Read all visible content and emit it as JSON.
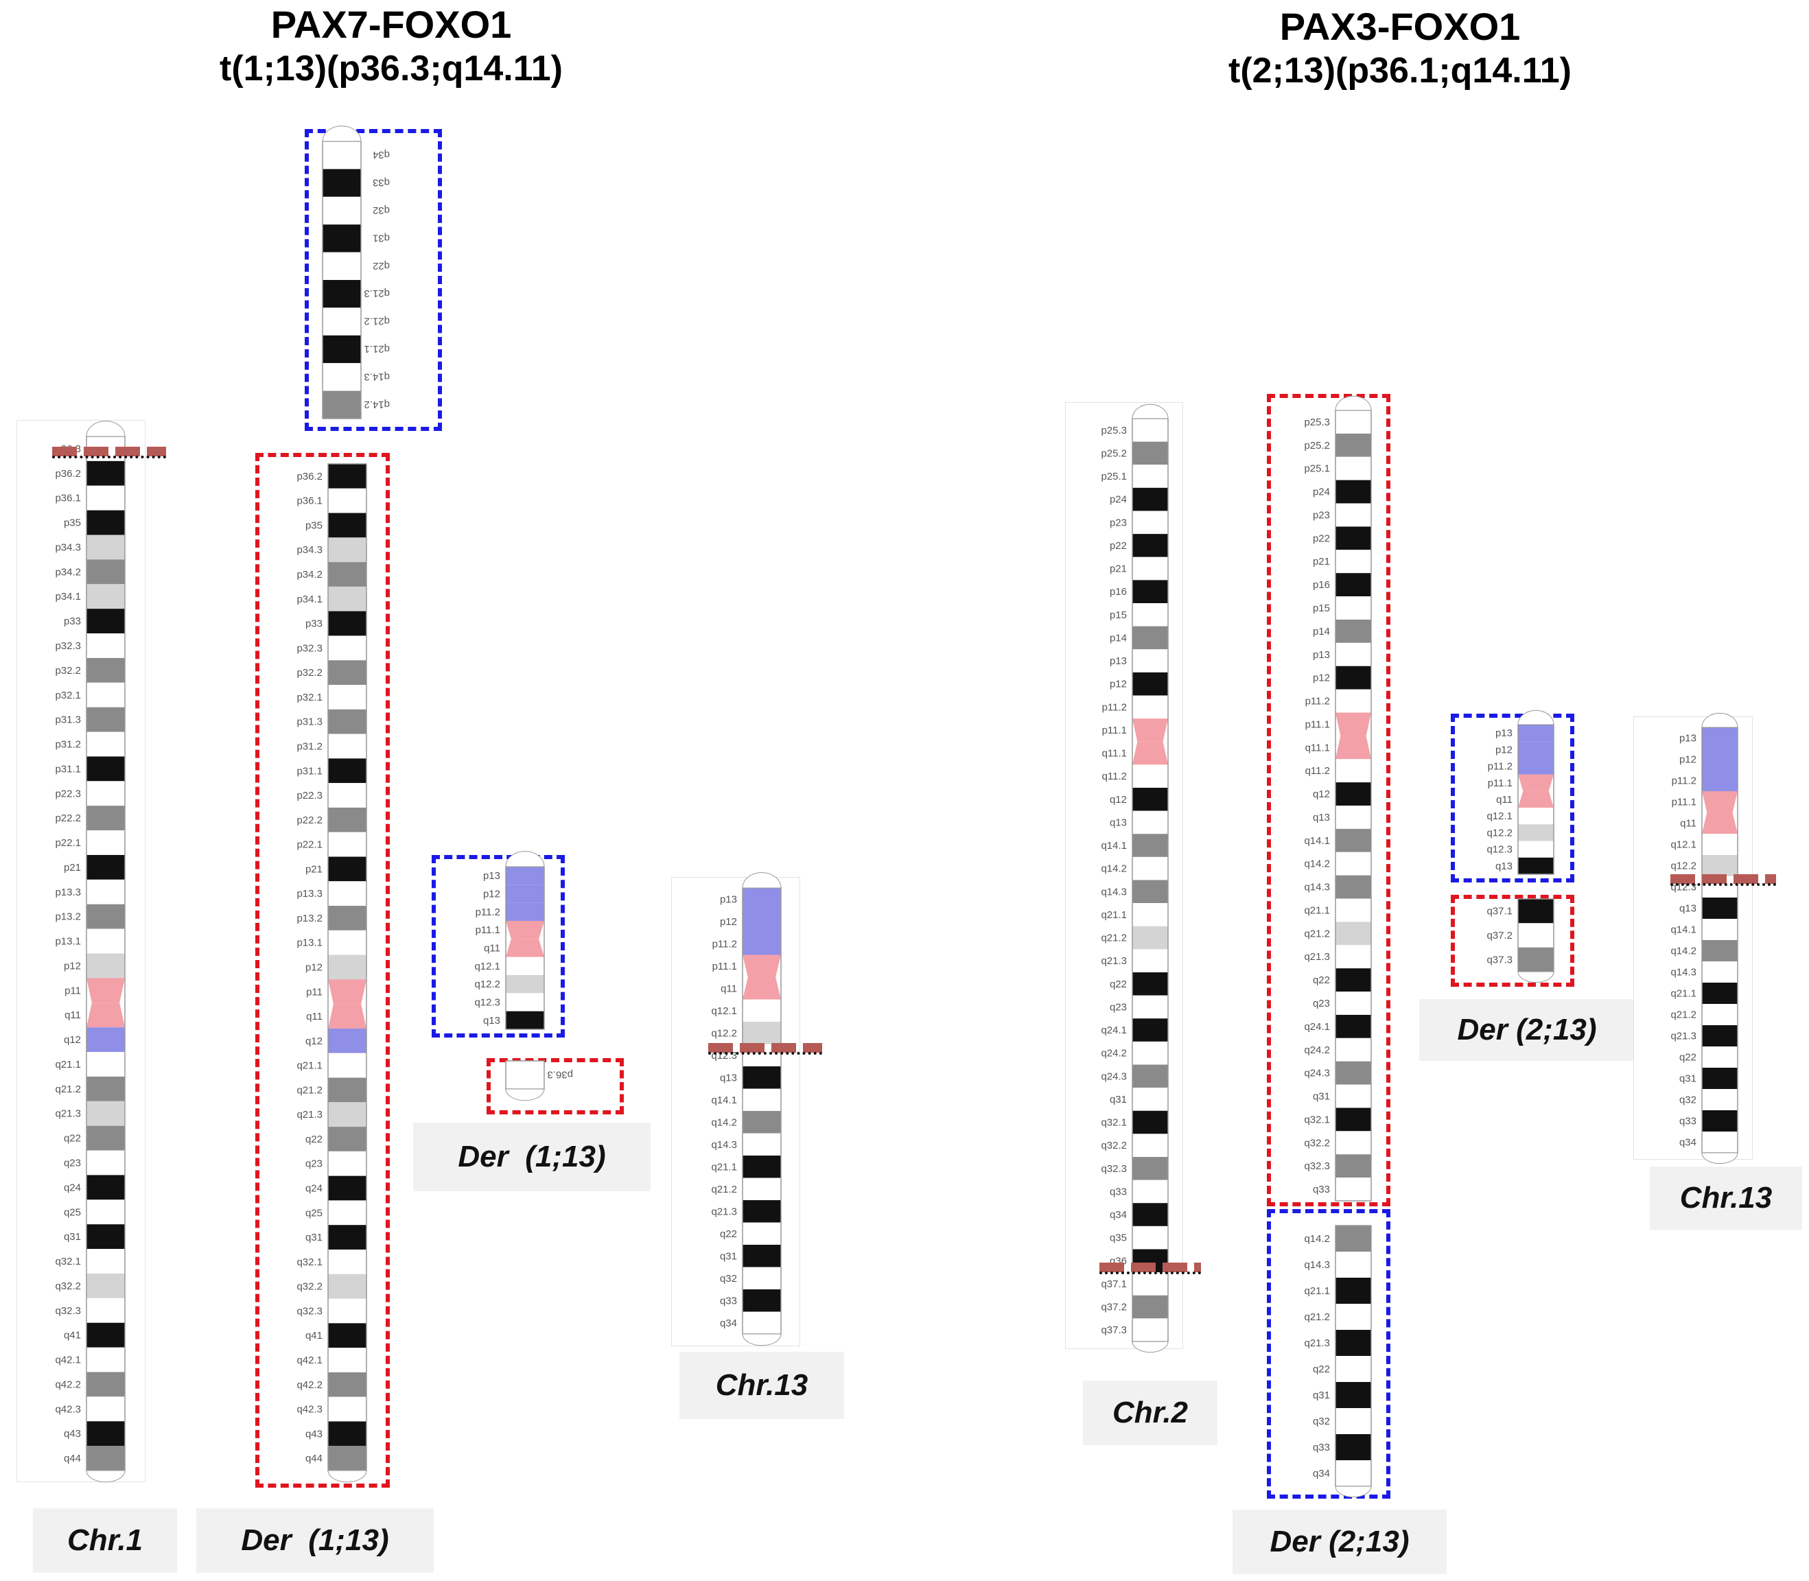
{
  "left_group": {
    "title_gene": "PAX7-FOXO1",
    "title_translocation": "t(1;13)(p36.3;q14.11)",
    "captions": {
      "chr1": "Chr.1",
      "der_1_13_large": "Der  (1;13)",
      "der_1_13_small": "Der  (1;13)",
      "chr13": "Chr.13"
    }
  },
  "right_group": {
    "title_gene": "PAX3-FOXO1",
    "title_translocation": "t(2;13)(p36.1;q14.11)",
    "captions": {
      "chr2": "Chr.2",
      "der_2_13_large": "Der (2;13)",
      "der_2_13_small": "Der (2;13)",
      "chr13": "Chr.13"
    }
  },
  "colors": {
    "breakpoint": "#b55a55",
    "derivative_box_red": "#e0151f",
    "derivative_box_blue": "#1a1ae6",
    "centromere": "#f4a0a8",
    "heterochromatin": "#8f8fe8",
    "band_dark": "#111111",
    "band_gray": "#8a8a8a",
    "band_light": "#d4d4d4",
    "caption_bg": "#f1f1f1"
  },
  "chromosomes": {
    "chr1": {
      "bands": [
        [
          "p36.3",
          "w"
        ],
        [
          "p36.2",
          "d"
        ],
        [
          "p36.1",
          "w"
        ],
        [
          "p35",
          "d"
        ],
        [
          "p34.3",
          "l"
        ],
        [
          "p34.2",
          "g"
        ],
        [
          "p34.1",
          "l"
        ],
        [
          "p33",
          "d"
        ],
        [
          "p32.3",
          "w"
        ],
        [
          "p32.2",
          "g"
        ],
        [
          "p32.1",
          "w"
        ],
        [
          "p31.3",
          "g"
        ],
        [
          "p31.2",
          "w"
        ],
        [
          "p31.1",
          "d"
        ],
        [
          "p22.3",
          "w"
        ],
        [
          "p22.2",
          "g"
        ],
        [
          "p22.1",
          "w"
        ],
        [
          "p21",
          "d"
        ],
        [
          "p13.3",
          "w"
        ],
        [
          "p13.2",
          "g"
        ],
        [
          "p13.1",
          "w"
        ],
        [
          "p12",
          "l"
        ],
        [
          "p11",
          "c"
        ],
        [
          "q11",
          "c"
        ],
        [
          "q12",
          "h"
        ],
        [
          "q21.1",
          "w"
        ],
        [
          "q21.2",
          "g"
        ],
        [
          "q21.3",
          "l"
        ],
        [
          "q22",
          "g"
        ],
        [
          "q23",
          "w"
        ],
        [
          "q24",
          "d"
        ],
        [
          "q25",
          "w"
        ],
        [
          "q31",
          "d"
        ],
        [
          "q32.1",
          "w"
        ],
        [
          "q32.2",
          "l"
        ],
        [
          "q32.3",
          "w"
        ],
        [
          "q41",
          "d"
        ],
        [
          "q42.1",
          "w"
        ],
        [
          "q42.2",
          "g"
        ],
        [
          "q42.3",
          "w"
        ],
        [
          "q43",
          "d"
        ],
        [
          "q44",
          "g"
        ]
      ]
    },
    "chr13": {
      "bands": [
        [
          "p13",
          "h"
        ],
        [
          "p12",
          "h"
        ],
        [
          "p11.2",
          "h"
        ],
        [
          "p11.1",
          "c"
        ],
        [
          "q11",
          "c"
        ],
        [
          "q12.1",
          "w"
        ],
        [
          "q12.2",
          "l"
        ],
        [
          "q12.3",
          "w"
        ],
        [
          "q13",
          "d"
        ],
        [
          "q14.1",
          "w"
        ],
        [
          "q14.2",
          "g"
        ],
        [
          "q14.3",
          "w"
        ],
        [
          "q21.1",
          "d"
        ],
        [
          "q21.2",
          "w"
        ],
        [
          "q21.3",
          "d"
        ],
        [
          "q22",
          "w"
        ],
        [
          "q31",
          "d"
        ],
        [
          "q32",
          "w"
        ],
        [
          "q33",
          "d"
        ],
        [
          "q34",
          "w"
        ]
      ]
    },
    "chr2": {
      "bands": [
        [
          "p25.3",
          "w"
        ],
        [
          "p25.2",
          "g"
        ],
        [
          "p25.1",
          "w"
        ],
        [
          "p24",
          "d"
        ],
        [
          "p23",
          "w"
        ],
        [
          "p22",
          "d"
        ],
        [
          "p21",
          "w"
        ],
        [
          "p16",
          "d"
        ],
        [
          "p15",
          "w"
        ],
        [
          "p14",
          "g"
        ],
        [
          "p13",
          "w"
        ],
        [
          "p12",
          "d"
        ],
        [
          "p11.2",
          "w"
        ],
        [
          "p11.1",
          "c"
        ],
        [
          "q11.1",
          "c"
        ],
        [
          "q11.2",
          "w"
        ],
        [
          "q12",
          "d"
        ],
        [
          "q13",
          "w"
        ],
        [
          "q14.1",
          "g"
        ],
        [
          "q14.2",
          "w"
        ],
        [
          "q14.3",
          "g"
        ],
        [
          "q21.1",
          "w"
        ],
        [
          "q21.2",
          "l"
        ],
        [
          "q21.3",
          "w"
        ],
        [
          "q22",
          "d"
        ],
        [
          "q23",
          "w"
        ],
        [
          "q24.1",
          "d"
        ],
        [
          "q24.2",
          "w"
        ],
        [
          "q24.3",
          "g"
        ],
        [
          "q31",
          "w"
        ],
        [
          "q32.1",
          "d"
        ],
        [
          "q32.2",
          "w"
        ],
        [
          "q32.3",
          "g"
        ],
        [
          "q33",
          "w"
        ],
        [
          "q34",
          "d"
        ],
        [
          "q35",
          "w"
        ],
        [
          "q36",
          "d"
        ],
        [
          "q37.1",
          "w"
        ],
        [
          "q37.2",
          "g"
        ],
        [
          "q37.3",
          "w"
        ]
      ]
    },
    "der1_top_piece": {
      "bands": [
        [
          "q34",
          "w"
        ],
        [
          "q33",
          "d"
        ],
        [
          "q32",
          "w"
        ],
        [
          "q31",
          "d"
        ],
        [
          "q22",
          "w"
        ],
        [
          "q21.3",
          "d"
        ],
        [
          "q21.2",
          "w"
        ],
        [
          "q21.1",
          "d"
        ],
        [
          "q14.3",
          "w"
        ],
        [
          "q14.2",
          "g"
        ]
      ]
    },
    "der1_small_tip": {
      "bands": [
        [
          "p36.3",
          "w"
        ]
      ]
    },
    "der2_small_q37": {
      "bands": [
        [
          "q37.1",
          "d"
        ],
        [
          "q37.2",
          "w"
        ],
        [
          "q37.3",
          "g"
        ]
      ]
    },
    "der2_bottom_piece": {
      "bands": [
        [
          "q14.2",
          "g"
        ],
        [
          "q14.3",
          "w"
        ],
        [
          "q21.1",
          "d"
        ],
        [
          "q21.2",
          "w"
        ],
        [
          "q21.3",
          "d"
        ],
        [
          "q22",
          "w"
        ],
        [
          "q31",
          "d"
        ],
        [
          "q32",
          "w"
        ],
        [
          "q33",
          "d"
        ],
        [
          "q34",
          "w"
        ]
      ]
    }
  }
}
